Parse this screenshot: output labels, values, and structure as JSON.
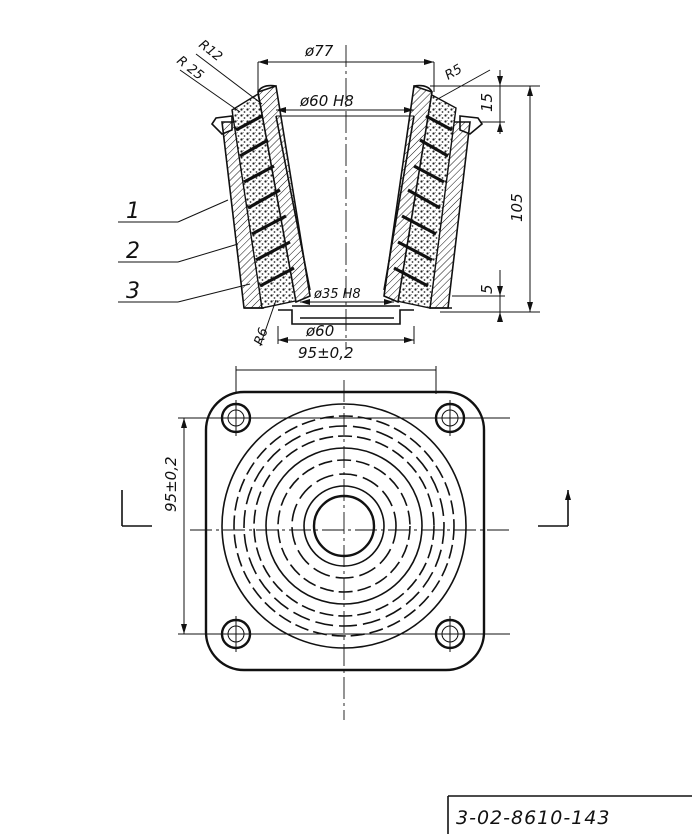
{
  "drawing": {
    "dimensions": {
      "top_outer_diameter": "ø77",
      "top_bore": "ø60 H8",
      "bottom_bore": "ø35 H8",
      "bottom_diameter": "ø60",
      "base_width": "95±0,2",
      "side_base_width": "95±0,2",
      "height": "105",
      "top_step": "15",
      "bottom_step": "5",
      "radius_r12": "R12",
      "radius_r25": "R 25",
      "radius_r5": "R5",
      "radius_r6": "R6"
    },
    "callouts": [
      "1",
      "2",
      "3"
    ]
  },
  "title_block": {
    "document_number": "3-02-8610-143"
  }
}
